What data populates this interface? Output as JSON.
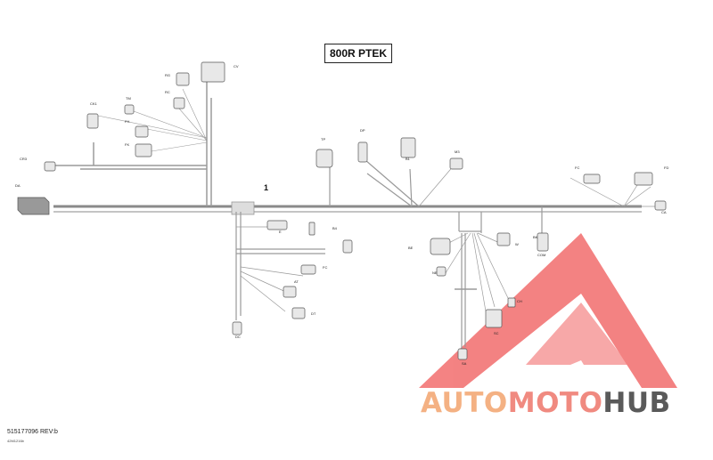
{
  "title": "800R PTEK",
  "callout": "1",
  "part_number": "515177096 REV:b",
  "drawing_code": "42M1216b",
  "connectors": [
    {
      "code": "CV"
    },
    {
      "code": "RG"
    },
    {
      "code": "RC"
    },
    {
      "code": "TM"
    },
    {
      "code": "CK1"
    },
    {
      "code": "FH"
    },
    {
      "code": "FK"
    },
    {
      "code": "CR3"
    },
    {
      "code": "DA"
    },
    {
      "code": "TP"
    },
    {
      "code": "DP"
    },
    {
      "code": "B1"
    },
    {
      "code": "M3"
    },
    {
      "code": "FC"
    },
    {
      "code": "FD"
    },
    {
      "code": "CA"
    },
    {
      "code": "E"
    },
    {
      "code": "B4"
    },
    {
      "code": "FC"
    },
    {
      "code": "AT"
    },
    {
      "code": "DT"
    },
    {
      "code": "DC"
    },
    {
      "code": "BE"
    },
    {
      "code": "NE"
    },
    {
      "code": "CH"
    },
    {
      "code": "W"
    },
    {
      "code": "BK"
    },
    {
      "code": "SC"
    },
    {
      "code": "SA"
    },
    {
      "code": "COM"
    }
  ],
  "watermark": {
    "part1": "AUTO",
    "part2": "MOTO",
    "part3": "HUB"
  },
  "colors": {
    "wire": "#8a8a8a",
    "watermark_red": "#f26d6d",
    "watermark_orange": "#f4b183",
    "watermark_gray": "#5a5a5a"
  }
}
